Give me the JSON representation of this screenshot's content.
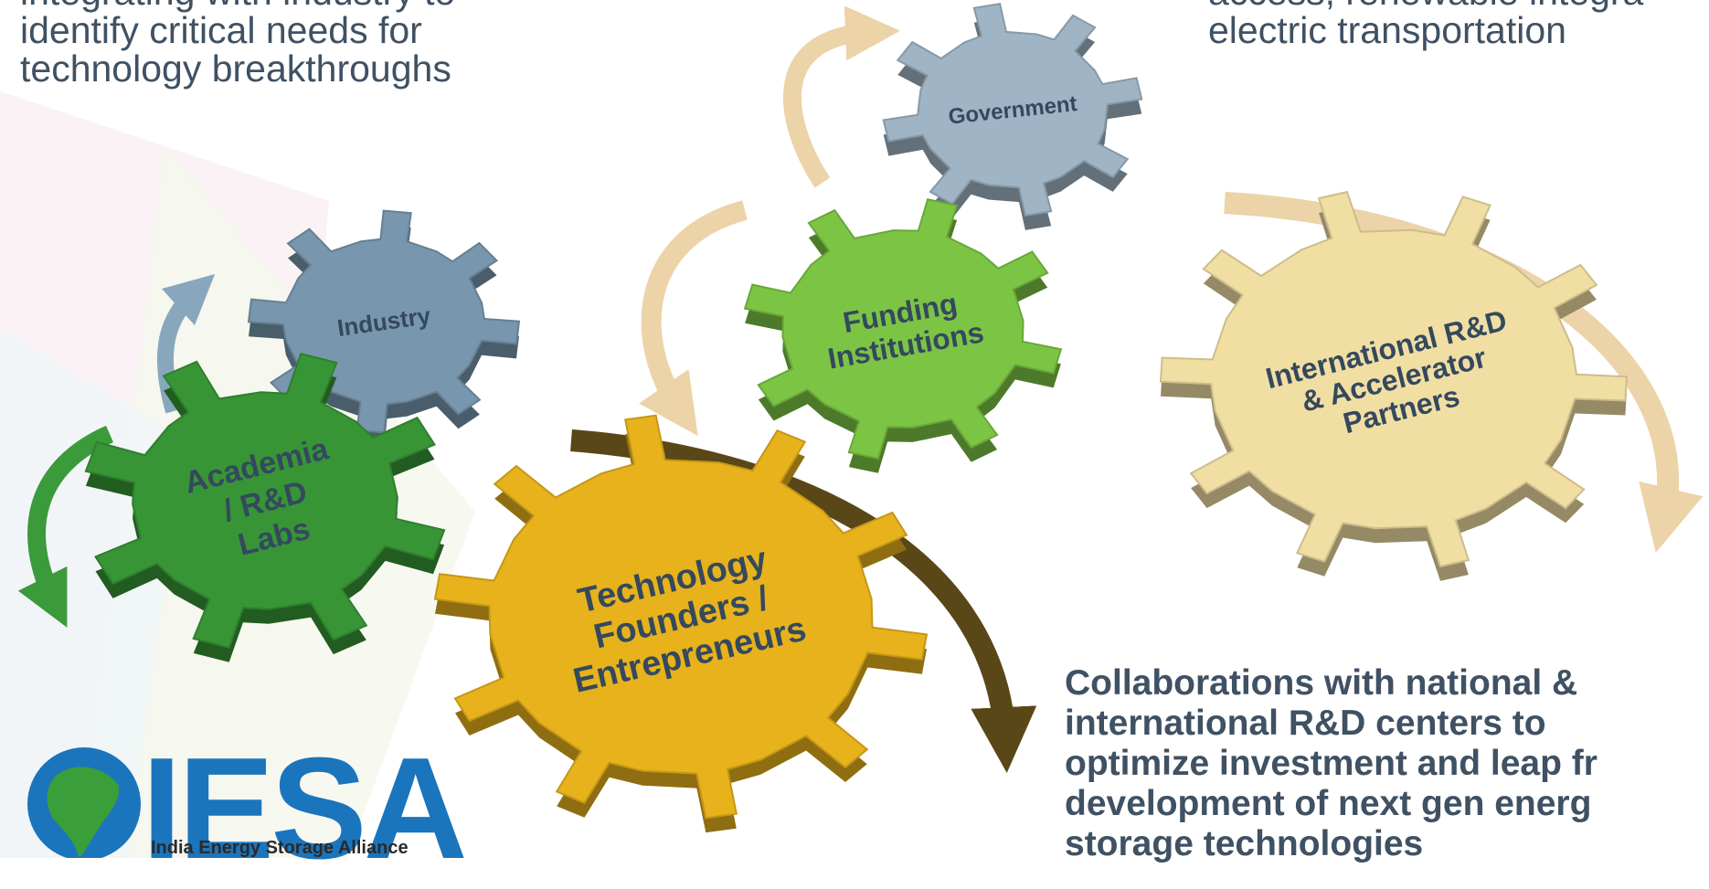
{
  "text_blocks": {
    "top_left": [
      "integrating with industry to",
      "identify critical needs for",
      "technology breakthroughs"
    ],
    "top_right": [
      "access, renewable integra",
      "electric transportation"
    ],
    "bottom_right": [
      "Collaborations with national &",
      "international R&D centers to",
      "optimize investment and leap fr",
      "development of next gen energ",
      "storage technologies"
    ]
  },
  "gears": [
    {
      "id": "government",
      "lines": [
        "Government"
      ],
      "color": "#9fb4c4"
    },
    {
      "id": "industry",
      "lines": [
        "Industry"
      ],
      "color": "#7896ad"
    },
    {
      "id": "funding",
      "lines": [
        "Funding",
        "Institutions"
      ],
      "color": "#7cc444"
    },
    {
      "id": "international",
      "lines": [
        "International R&D",
        "& Accelerator",
        "Partners"
      ],
      "color": "#f1dea3"
    },
    {
      "id": "academia",
      "lines": [
        "Academia",
        "/ R&D",
        "Labs"
      ],
      "color": "#379536"
    },
    {
      "id": "technology",
      "lines": [
        "Technology",
        "Founders /",
        "Entrepreneurs"
      ],
      "color": "#e7b21b"
    }
  ],
  "logo": {
    "name": "IESA",
    "subtitle": "India Energy Storage Alliance",
    "color": "#1b75bc",
    "accent": "#3a9e3a"
  }
}
